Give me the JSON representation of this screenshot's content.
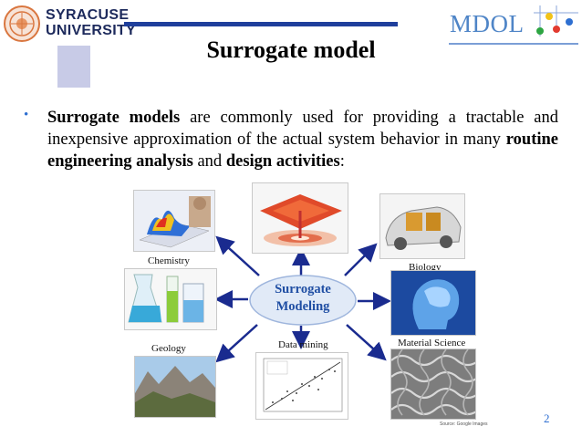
{
  "header": {
    "university_line1": "SYRACUSE",
    "university_line2": "UNIVERSITY",
    "lab_logo": "MDOL"
  },
  "slide": {
    "title": "Surrogate model",
    "bullet_symbol": "•",
    "bullet_parts": {
      "b1": "Surrogate models",
      "t1": " are commonly used for providing a tractable and inexpensive approximation of the actual system behavior in many ",
      "b2": "routine engineering analysis",
      "t2": " and ",
      "b3": "design activities",
      "t3": ":"
    },
    "page_number": "2"
  },
  "diagram": {
    "center_line1": "Surrogate",
    "center_line2": "Modeling",
    "labels": {
      "chemistry": "Chemistry",
      "biology": "Biology",
      "geology": "Geology",
      "data_mining": "Data mining",
      "material_science": "Material Science"
    },
    "source": "Source: Google Images"
  },
  "colors": {
    "accent_blue": "#1f3f9c",
    "arrow": "#1a2b8f",
    "center_fill": "#e1eaf7",
    "center_text": "#1f4ea3"
  }
}
